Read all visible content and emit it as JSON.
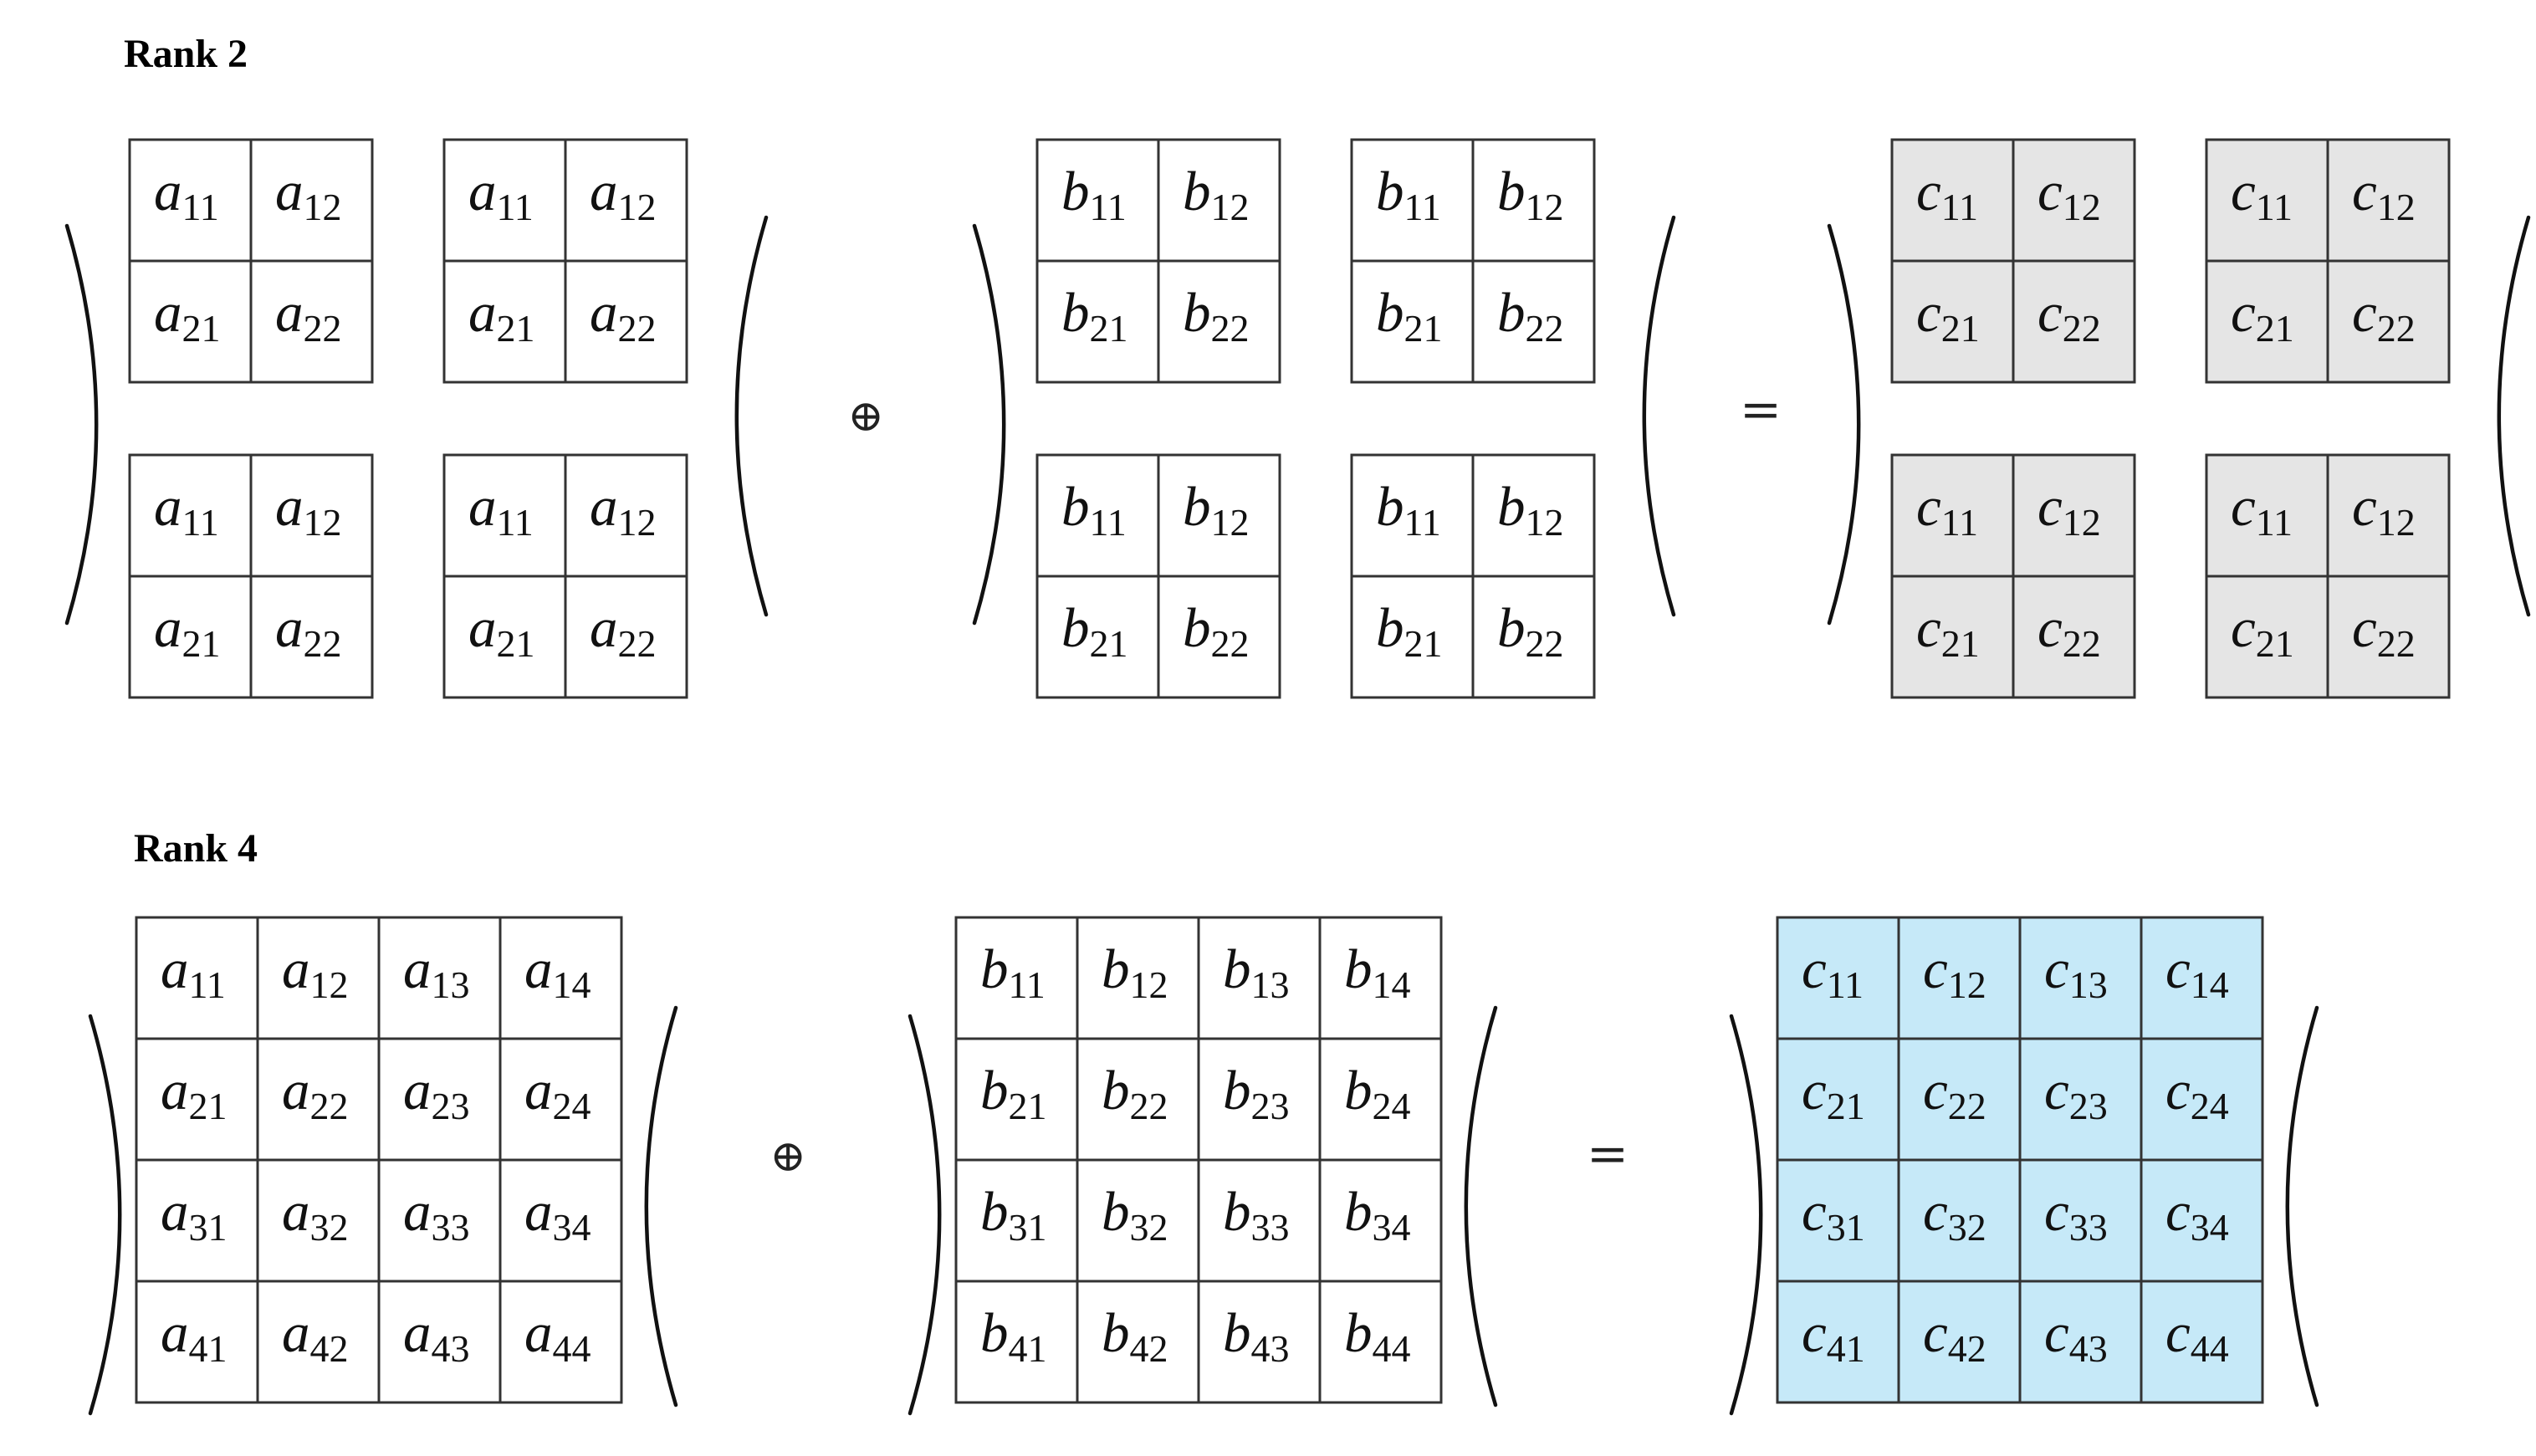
{
  "title_rank2": "Rank 2",
  "title_rank4": "Rank 4",
  "operators": {
    "plus": "⊕",
    "equals": "="
  },
  "colors": {
    "rank2_result_fill": "#e5e5e5",
    "rank4_result_fill": "#c6e9f8",
    "plain_fill": "#ffffff"
  },
  "rank2": {
    "operands": [
      {
        "letter": "a",
        "blocks": 4,
        "size": 2,
        "highlight": "none"
      },
      {
        "letter": "b",
        "blocks": 4,
        "size": 2,
        "highlight": "none"
      },
      {
        "letter": "c",
        "blocks": 4,
        "size": 2,
        "highlight": "gray"
      }
    ]
  },
  "rank4": {
    "operands": [
      {
        "letter": "a",
        "blocks": 1,
        "size": 4,
        "highlight": "none"
      },
      {
        "letter": "b",
        "blocks": 1,
        "size": 4,
        "highlight": "none"
      },
      {
        "letter": "c",
        "blocks": 1,
        "size": 4,
        "highlight": "blue"
      }
    ]
  }
}
